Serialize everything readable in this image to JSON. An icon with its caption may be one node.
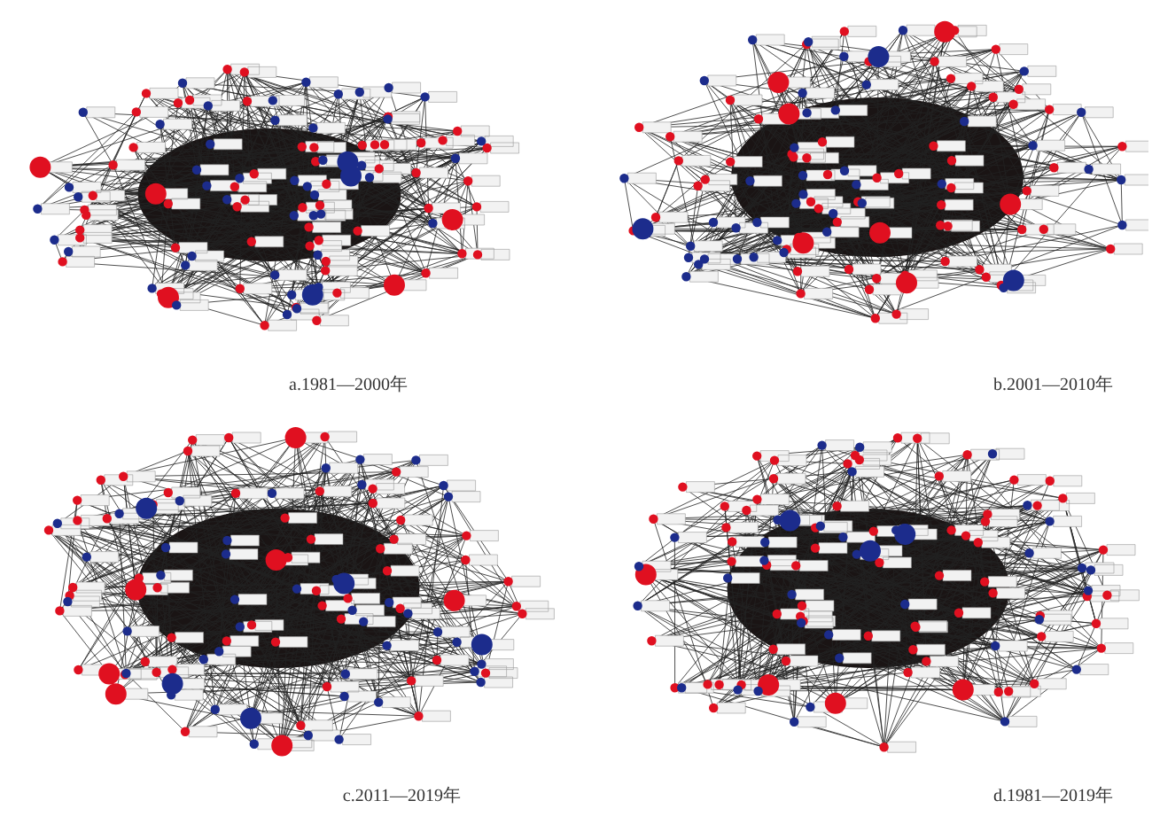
{
  "diagram": {
    "nodes": [
      {
        "text": [
          "a.1981—2000年"
        ]
      },
      {
        "text": [
          "b.2001—2010年"
        ]
      },
      {
        "text": [
          "c.2011—2019年"
        ]
      },
      {
        "text": [
          "d.1981—2019年"
        ]
      }
    ]
  }
}
